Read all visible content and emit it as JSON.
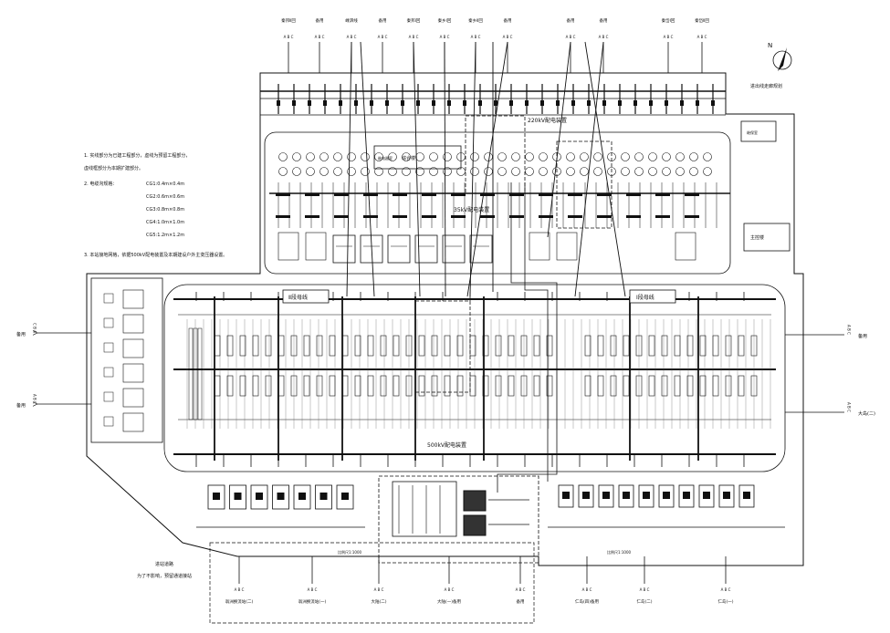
{
  "top_lines": [
    {
      "name": "秦邦Ⅱ回",
      "phases": "A B C"
    },
    {
      "name": "备用",
      "phases": "A B C"
    },
    {
      "name": "嵊泗线",
      "phases": "A B C"
    },
    {
      "name": "备用",
      "phases": "A B C"
    },
    {
      "name": "秦邦Ⅰ回",
      "phases": "A B C"
    },
    {
      "name": "秦乡Ⅰ回",
      "phases": "A B C"
    },
    {
      "name": "秦乡Ⅱ回",
      "phases": "A B C"
    },
    {
      "name": "备用",
      "phases": "A B C"
    },
    {
      "name": "备用",
      "phases": "A B C"
    },
    {
      "name": "备用",
      "phases": "A B C"
    },
    {
      "name": "秦岱Ⅰ回",
      "phases": "A B C"
    },
    {
      "name": "秦岱Ⅱ回",
      "phases": "A B C"
    }
  ],
  "bottom_lines": [
    {
      "name": "翁洲换流站(二)",
      "phases": "A B C"
    },
    {
      "name": "翁洲换流站(一)",
      "phases": "A B C"
    },
    {
      "name": "大陆(二)",
      "phases": "A B C"
    },
    {
      "name": "大陆(一)备用",
      "phases": "A B C"
    },
    {
      "name": "备用",
      "phases": "A B C"
    },
    {
      "name": "仁岛(四)备用",
      "phases": "A B C"
    },
    {
      "name": "仁岛(二)",
      "phases": "A B C"
    },
    {
      "name": "仁岛(一)",
      "phases": "A B C"
    }
  ],
  "left_lines": [
    {
      "name": "备用",
      "phases": "C B A"
    },
    {
      "name": "备用",
      "phases": "A B C"
    }
  ],
  "right_lines": [
    {
      "name": "备用",
      "phases": "A B C"
    },
    {
      "name": "大岛(二)",
      "phases": "A B C"
    }
  ],
  "labels": {
    "north": "N",
    "yard_220": "220kV配电装置",
    "yard_35": "35kV配电装置",
    "yard_500": "500kV配电装置",
    "bus_2": "Ⅱ段母线",
    "bus_1": "Ⅰ段母线",
    "scale_left": "比例尺1:1000",
    "scale_right": "比例尺1:1000",
    "access_road": "进站道路",
    "access_note": "为了不影响，预留通道接站",
    "top_right_label": "进出线走廊规划",
    "office_label": "主控楼",
    "center_building": "综合楼",
    "dist_room_left": "继电器室",
    "dist_room_right": "继保室"
  },
  "notes": {
    "note1_line1": "1. 实线部分为已建工程部分，虚线为预留工程部分，",
    "note1_line2": "   虚线框部分为本期扩建部分。",
    "note2_title": "2. 电缆沟规格：",
    "cable_specs": [
      "CG1:0.4m×0.4m",
      "CG2:0.6m×0.6m",
      "CG3:0.8m×0.8m",
      "CG4:1.0m×1.0m",
      "CG5:1.2m×1.2m"
    ],
    "note3": "3. 本站接地网格，依据500kV配电装置及本期建设户外主变压器设置。"
  }
}
